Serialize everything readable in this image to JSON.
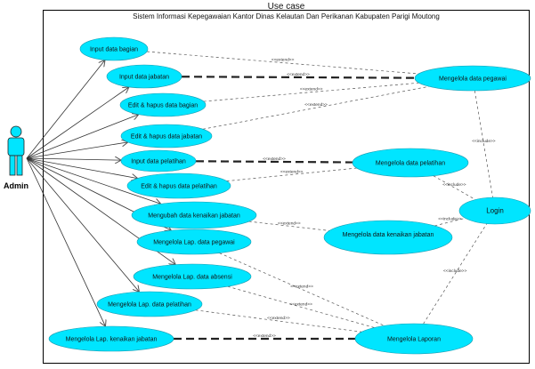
{
  "diagram": {
    "title": "Use case",
    "subtitle": "Sistem Informasi Kepegawaian Kantor Dinas Kelautan Dan Perikanan Kabupaten Parigi Moutong",
    "actor": {
      "label": "Admin"
    },
    "use_cases": [
      {
        "id": "uc1",
        "label": "Input  data  bagian"
      },
      {
        "id": "uc2",
        "label": "Input  data  jabatan"
      },
      {
        "id": "uc3",
        "label": "Edit & hapus  data  bagian"
      },
      {
        "id": "uc4",
        "label": "Edit & hapus  data  jabatan"
      },
      {
        "id": "uc5",
        "label": "Input  data  pelatihan"
      },
      {
        "id": "uc6",
        "label": "Edit & hapus  data  pelatihan"
      },
      {
        "id": "uc7",
        "label": "Mengubah  data kenaikan  jabatan"
      },
      {
        "id": "uc8",
        "label": "Mengelola  Lap.  data pegawai"
      },
      {
        "id": "uc9",
        "label": "Mengelola  Lap.  data absensi"
      },
      {
        "id": "uc10",
        "label": "Mengelola  Lap.  data  pelatihan"
      },
      {
        "id": "uc11",
        "label": "Mengelola  Lap.  kenaikan  jabatan"
      },
      {
        "id": "m1",
        "label": "Mengelola  data pegawai"
      },
      {
        "id": "m2",
        "label": "Mengelola data pelatihan"
      },
      {
        "id": "m3",
        "label": "Mengelola  data kenaikan jabatan"
      },
      {
        "id": "m4",
        "label": "Mengelola  Laporan"
      },
      {
        "id": "login",
        "label": "Login"
      }
    ],
    "relations": [
      {
        "from": "uc1",
        "to": "m1",
        "label": "<<extend>>"
      },
      {
        "from": "uc2",
        "to": "m1",
        "label": "<<extend>>"
      },
      {
        "from": "uc3",
        "to": "m1",
        "label": "<<extend>>"
      },
      {
        "from": "uc4",
        "to": "m1",
        "label": "<<extend>>"
      },
      {
        "from": "uc5",
        "to": "m2",
        "label": "<<extend>>"
      },
      {
        "from": "uc6",
        "to": "m2",
        "label": "<<extend>>"
      },
      {
        "from": "uc7",
        "to": "m3",
        "label": "<<extend>>"
      },
      {
        "from": "uc8",
        "to": "m4",
        "label": "<<extend>>"
      },
      {
        "from": "uc9",
        "to": "m4",
        "label": "<<extend>>"
      },
      {
        "from": "uc10",
        "to": "m4",
        "label": "<<extend>>"
      },
      {
        "from": "uc11",
        "to": "m4",
        "label": "<<extend>>"
      },
      {
        "from": "m1",
        "to": "login",
        "label": "<<include>>"
      },
      {
        "from": "m2",
        "to": "login",
        "label": "<<include>>"
      },
      {
        "from": "m3",
        "to": "login",
        "label": "<<include>>"
      },
      {
        "from": "m4",
        "to": "login",
        "label": "<<include>>"
      }
    ],
    "colors": {
      "use_case_fill": "#00e5ff",
      "line": "#555555"
    }
  }
}
